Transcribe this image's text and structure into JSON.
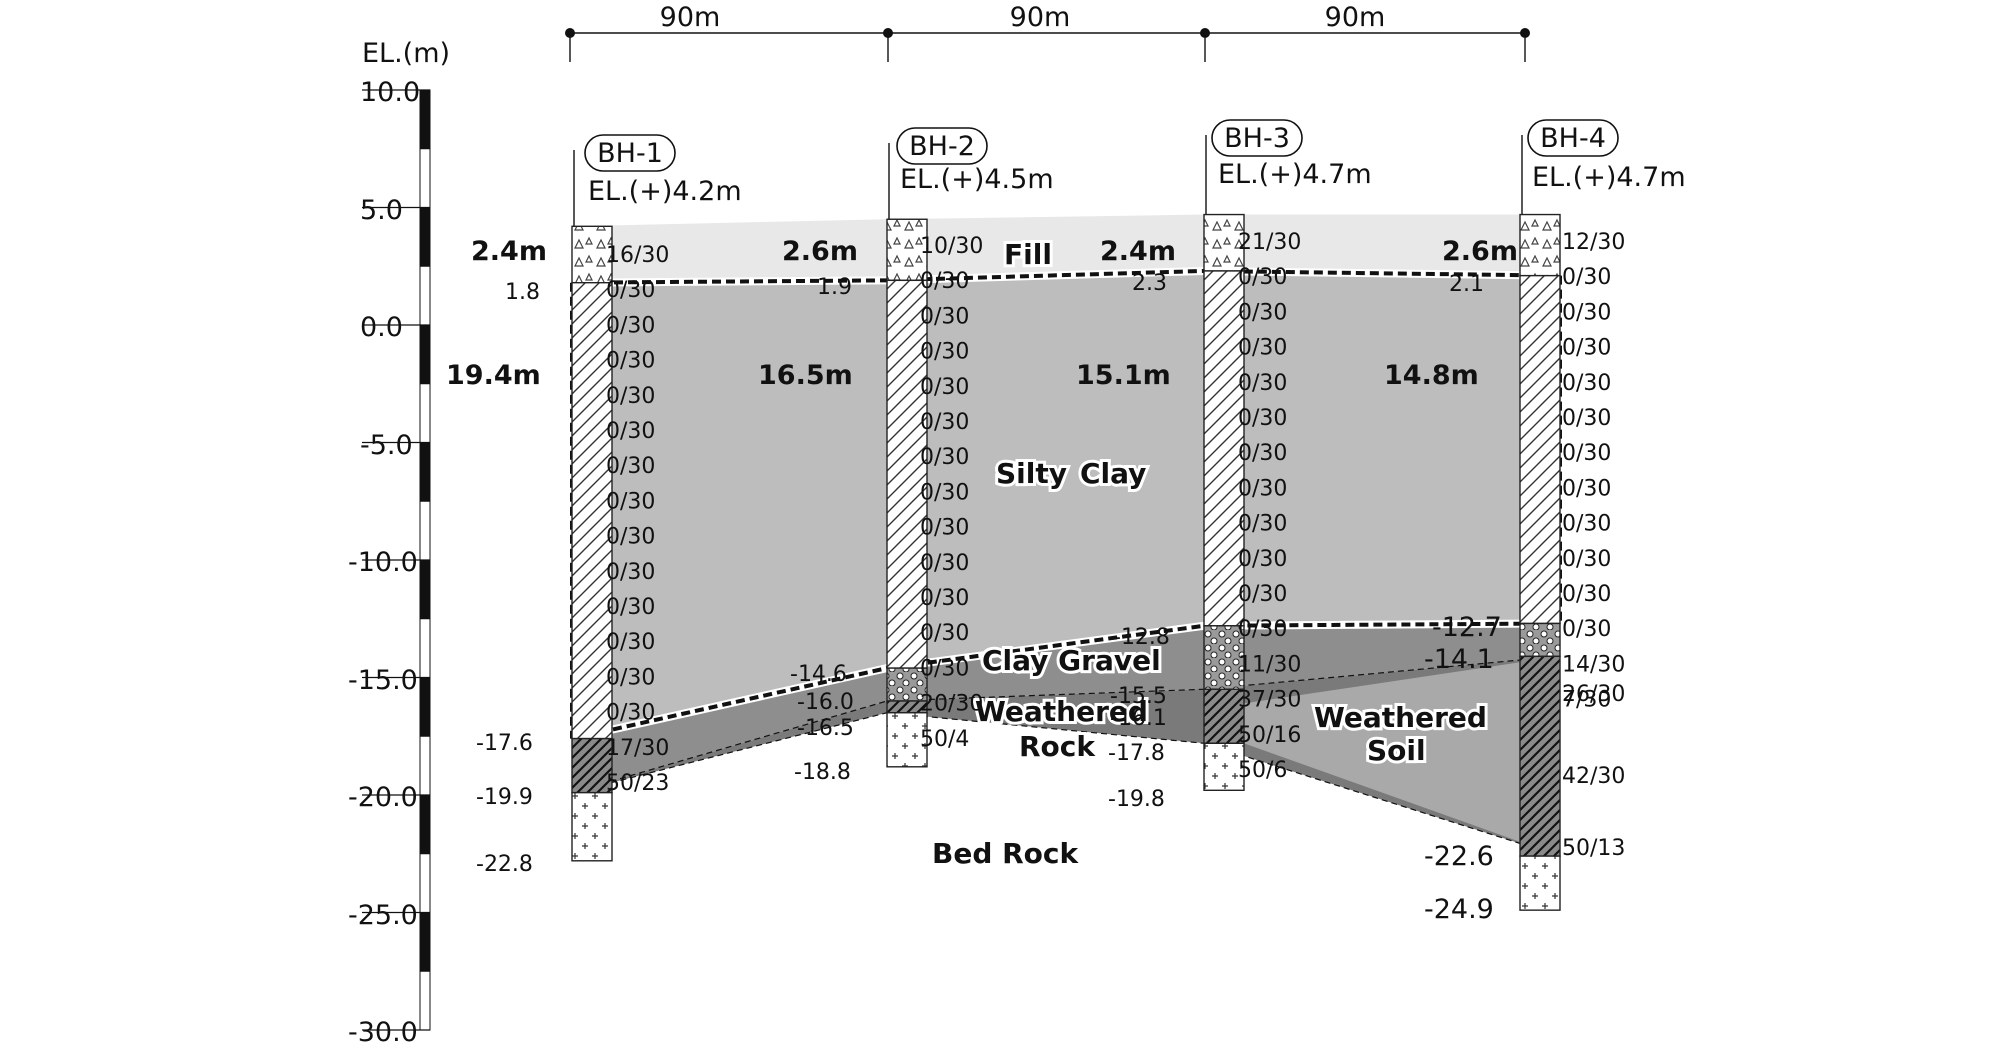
{
  "elevation_axis": {
    "label": "EL.(m)",
    "ticks": [
      "10.0",
      "5.0",
      "0.0",
      "-5.0",
      "-10.0",
      "-15.0",
      "-20.0",
      "-25.0",
      "-30.0"
    ]
  },
  "spacings": [
    "90m",
    "90m",
    "90m"
  ],
  "boreholes": [
    {
      "name": "BH-1",
      "surface_label": "EL.(+)4.2m",
      "fill_thickness": "2.4m",
      "clay_thickness": "19.4m",
      "depth_labels": [
        "1.8",
        "-17.6",
        "-19.9",
        "-22.8"
      ],
      "spt": [
        "16/30",
        "0/30",
        "0/30",
        "0/30",
        "0/30",
        "0/30",
        "0/30",
        "0/30",
        "0/30",
        "0/30",
        "0/30",
        "0/30",
        "0/30",
        "0/30",
        "17/30",
        "50/23"
      ]
    },
    {
      "name": "BH-2",
      "surface_label": "EL.(+)4.5m",
      "fill_thickness": "2.6m",
      "clay_thickness": "16.5m",
      "depth_labels": [
        "1.9",
        "-14.6",
        "-16.0",
        "-16.5",
        "-18.8"
      ],
      "spt": [
        "10/30",
        "0/30",
        "0/30",
        "0/30",
        "0/30",
        "0/30",
        "0/30",
        "0/30",
        "0/30",
        "0/30",
        "0/30",
        "0/30",
        "0/30",
        "20/30",
        "50/4"
      ]
    },
    {
      "name": "BH-3",
      "surface_label": "EL.(+)4.7m",
      "fill_thickness": "2.4m",
      "clay_thickness": "15.1m",
      "depth_labels": [
        "2.3",
        "-12.8",
        "-15.5",
        "-16.1",
        "-17.8",
        "-19.8"
      ],
      "spt": [
        "21/30",
        "0/30",
        "0/30",
        "0/30",
        "0/30",
        "0/30",
        "0/30",
        "0/30",
        "0/30",
        "0/30",
        "0/30",
        "0/30",
        "11/30",
        "37/30",
        "50/16",
        "50/6"
      ]
    },
    {
      "name": "BH-4",
      "surface_label": "EL.(+)4.7m",
      "fill_thickness": "2.6m",
      "clay_thickness": "14.8m",
      "depth_labels": [
        "2.1",
        "-12.7",
        "-14.1",
        "-22.6",
        "-24.9"
      ],
      "spt": [
        "12/30",
        "0/30",
        "0/30",
        "0/30",
        "0/30",
        "0/30",
        "0/30",
        "0/30",
        "0/30",
        "0/30",
        "0/30",
        "0/30",
        "14/30",
        "7/30",
        "26/30",
        "42/30",
        "50/13"
      ]
    }
  ],
  "layers": {
    "fill": "Fill",
    "silty_clay_1": "Silty",
    "silty_clay_2": "Clay",
    "clay_gravel": "Clay Gravel",
    "weathered_rock_1": "Weathered",
    "weathered_rock_2": "Rock",
    "weathered_soil_1": "Weathered",
    "weathered_soil_2": "Soil",
    "bed_rock": "Bed Rock"
  },
  "colors": {
    "fill_layer": "#e8e8e8",
    "silty_clay": "#bdbdbd",
    "clay_gravel": "#8e8e8e",
    "weathered_rock": "#7a7a7a",
    "weathered_soil": "#a9a9a9",
    "bed_rock": "#ffffff",
    "line": "#111111"
  }
}
